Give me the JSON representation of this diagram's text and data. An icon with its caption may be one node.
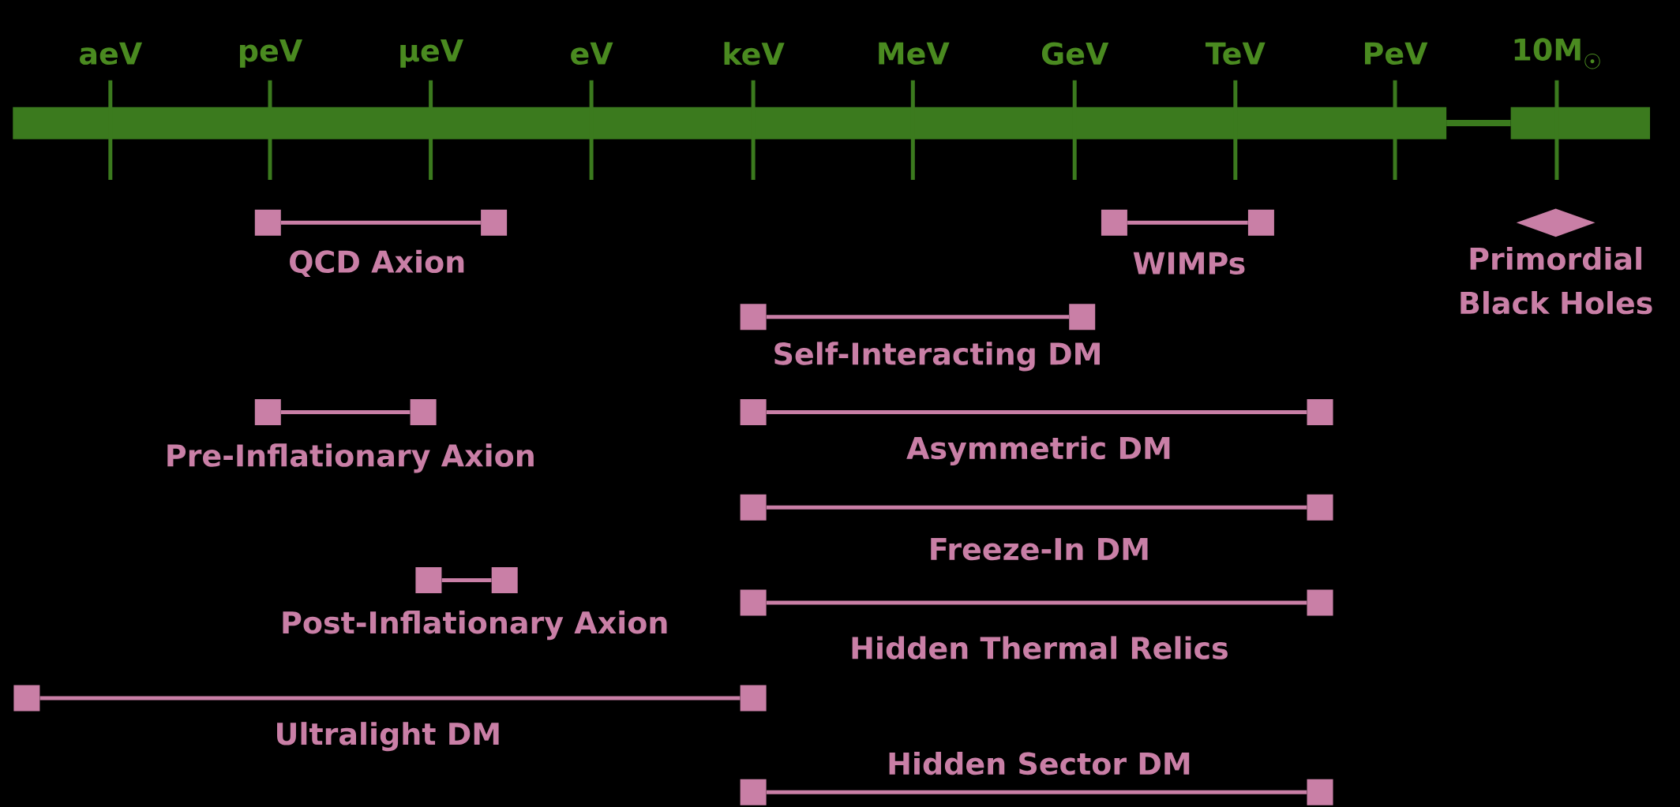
{
  "diagram": {
    "nodes": [
      {
        "text": [],
        "shape": "box"
      },
      {
        "text": [],
        "shape": "box"
      },
      {
        "text": [],
        "shape": "box"
      },
      {
        "text": [],
        "shape": "box"
      },
      {
        "text": [],
        "shape": "diamond",
        "beside": [
          "Primordial Black Holes"
        ]
      },
      {
        "text": [],
        "shape": "box"
      },
      {
        "text": [],
        "shape": "box"
      },
      {
        "text": [],
        "shape": "box"
      },
      {
        "text": [],
        "shape": "box"
      },
      {
        "text": [],
        "shape": "box"
      },
      {
        "text": [],
        "shape": "box"
      },
      {
        "text": [],
        "shape": "box"
      },
      {
        "text": [],
        "shape": "box"
      },
      {
        "text": [],
        "shape": "box"
      },
      {
        "text": [],
        "shape": "box"
      },
      {
        "text": [],
        "shape": "box"
      },
      {
        "text": [],
        "shape": "box"
      },
      {
        "text": [],
        "shape": "box"
      },
      {
        "text": [],
        "shape": "box"
      },
      {
        "text": [],
        "shape": "box"
      },
      {
        "text": [],
        "shape": "box"
      }
    ],
    "edges": [
      {
        "from": 0,
        "to": 1,
        "arrow": "none",
        "label": "QCD Axion"
      },
      {
        "from": 2,
        "to": 3,
        "arrow": "none",
        "label": "WIMPs"
      },
      {
        "from": 5,
        "to": 6,
        "arrow": "none",
        "label": "Self-Interacting DM"
      },
      {
        "from": 7,
        "to": 8,
        "arrow": "none",
        "label": "Pre-Inflationary Axion"
      },
      {
        "from": 9,
        "to": 10,
        "arrow": "none",
        "label": "Asymmetric DM"
      },
      {
        "from": 11,
        "to": 12,
        "arrow": "none",
        "label": "Freeze-In DM"
      },
      {
        "from": 13,
        "to": 14,
        "arrow": "none",
        "label": "Post-Inflationary Axion"
      },
      {
        "from": 15,
        "to": 16,
        "arrow": "none",
        "label": "Hidden Thermal Relics"
      },
      {
        "from": 17,
        "to": 18,
        "arrow": "none",
        "label": "Ultralight DM"
      },
      {
        "from": 19,
        "to": 20,
        "arrow": "none",
        "label": "Hidden Sector DM"
      }
    ],
    "labels": [
      "aeV",
      "peV",
      "μeV",
      "eV",
      "keV",
      "MeV",
      "GeV",
      "TeV",
      "PeV",
      "10M$_{☉}$"
    ]
  }
}
